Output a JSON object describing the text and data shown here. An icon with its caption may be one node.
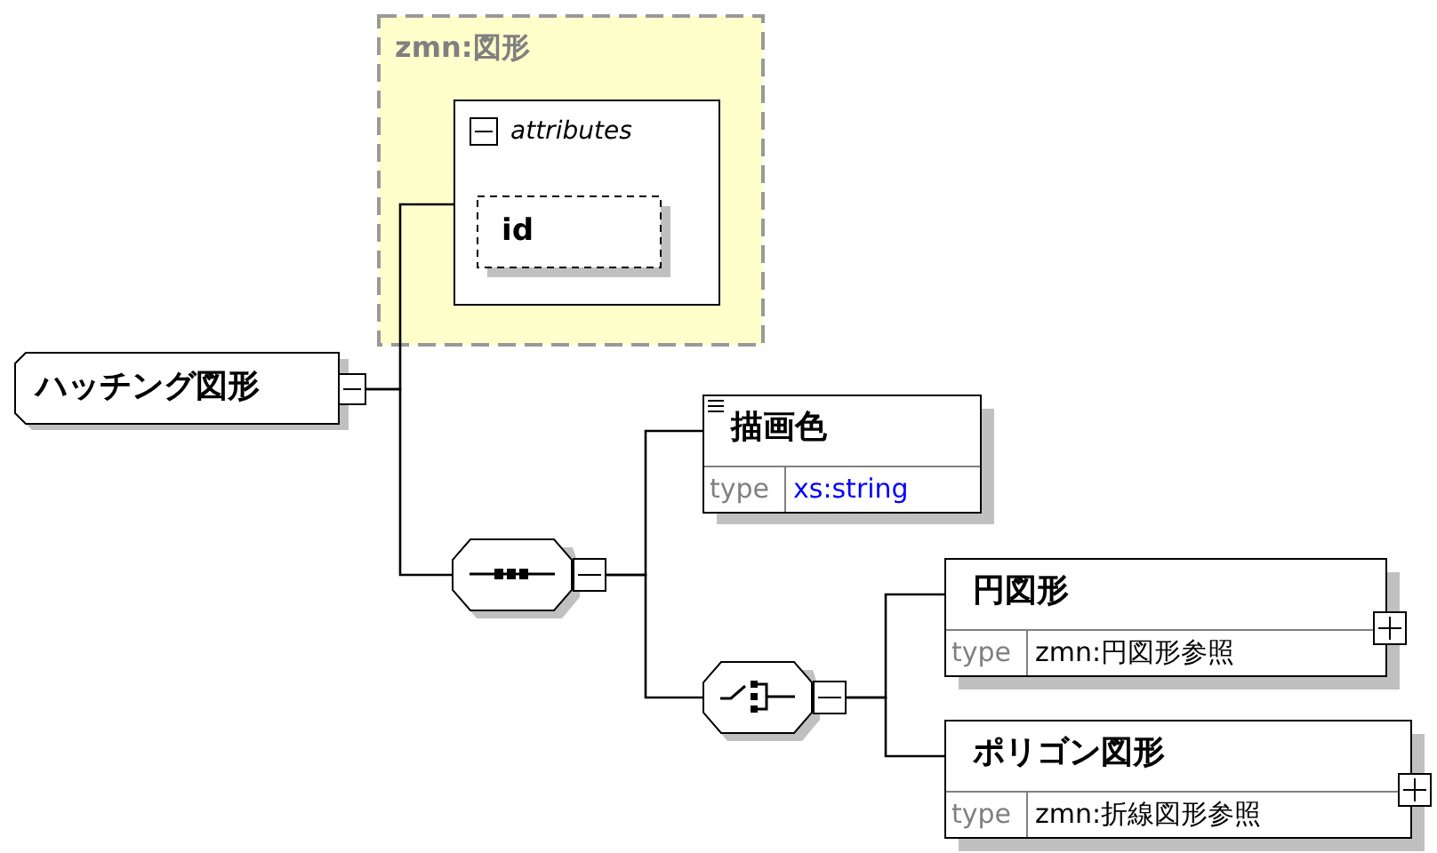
{
  "diagram": {
    "nodes": [
      {
        "text": [
          "zmn:図形"
        ]
      },
      {
        "text": [
          "attributes"
        ],
        "in": 0
      },
      {
        "text": [
          "id"
        ],
        "in": 1
      },
      {
        "text": [
          "ハッチング図形"
        ]
      },
      {
        "text": [],
        "shape": "octagon"
      },
      {
        "text": [
          "描画色",
          "type",
          "xs:string"
        ]
      },
      {
        "text": [],
        "shape": "octagon"
      },
      {
        "text": [
          "円図形",
          "type",
          "zmn:円図形参照"
        ]
      },
      {
        "text": [
          "ポリゴン図形",
          "type",
          "zmn:折線図形参照"
        ]
      }
    ],
    "edges": [
      {
        "from": 3,
        "to": 1,
        "arrow": "none"
      },
      {
        "from": 3,
        "to": 4,
        "arrow": "none"
      },
      {
        "from": 4,
        "to": 5,
        "arrow": "none"
      },
      {
        "from": 4,
        "to": 6,
        "arrow": "none"
      },
      {
        "from": 6,
        "to": 7,
        "arrow": "none"
      },
      {
        "from": 6,
        "to": 8,
        "arrow": "none"
      }
    ]
  }
}
